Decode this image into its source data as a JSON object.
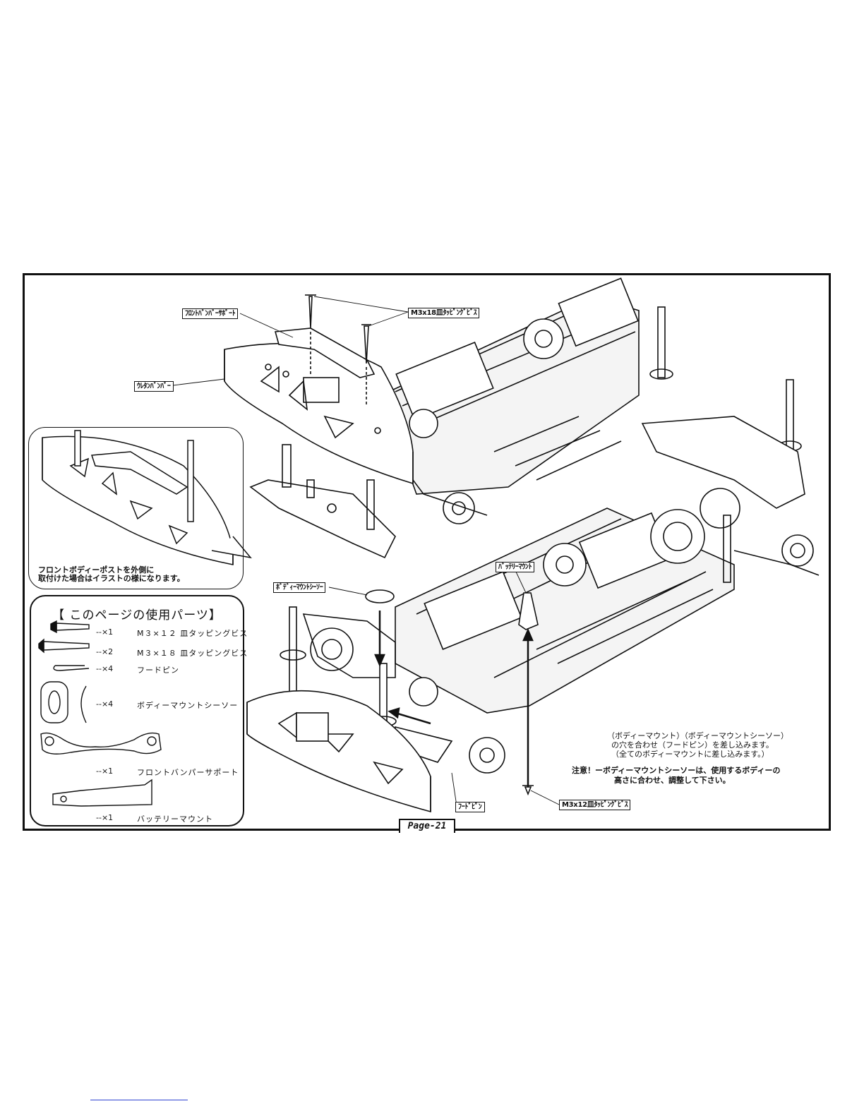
{
  "callouts": {
    "front_bumper_support": "ﾌﾛﾝﾄﾊﾞﾝﾊﾞｰｻﾎﾟｰﾄ",
    "m3x18_screw": "M3x18皿ﾀｯﾋﾟﾝｸﾞﾋﾞｽ",
    "urethane_bumper": "ｳﾚﾀﾝﾊﾞﾝﾊﾟｰ",
    "battery_mount": "ﾊﾞｯﾃﾘｰﾏｳﾝﾄ",
    "body_mount_seesaw": "ﾎﾞﾃﾞｨｰﾏｳﾝﾄｼｰｿｰ",
    "hood_pin": "ﾌｰﾄﾞﾋﾟﾝ",
    "m3x12_screw": "M3x12皿ﾀｯﾋﾟﾝｸﾞﾋﾞｽ"
  },
  "bubble_note": {
    "line1": "フロントボディーポストを外側に",
    "line2": "取付けた場合はイラストの様になります。"
  },
  "parts": {
    "title": "【 このページの使用パーツ】",
    "items": [
      {
        "qty": "--×1",
        "name": "M３×１２ 皿タッピングビス"
      },
      {
        "qty": "--×2",
        "name": "M３×１８ 皿タッピングビス"
      },
      {
        "qty": "--×4",
        "name": "フードピン"
      },
      {
        "qty": "--×4",
        "name": "ボディーマウントシーソー"
      },
      {
        "qty": "--×1",
        "name": "フロントバンパーサポート"
      },
      {
        "qty": "--×1",
        "name": "バッテリーマウント"
      }
    ]
  },
  "instructions": {
    "line1": "（ボディーマウント）（ボディーマウントシーソー）",
    "line2": "の穴を合わせ（フードピン）を差し込みます。",
    "line3": "（全てのボディーマウントに差し込みます。）",
    "caution1": "注意！ーボディーマウントシーソーは、使用するボディーの",
    "caution2": "高さに合わせ、調整して下さい。"
  },
  "page_label": "Page-21"
}
